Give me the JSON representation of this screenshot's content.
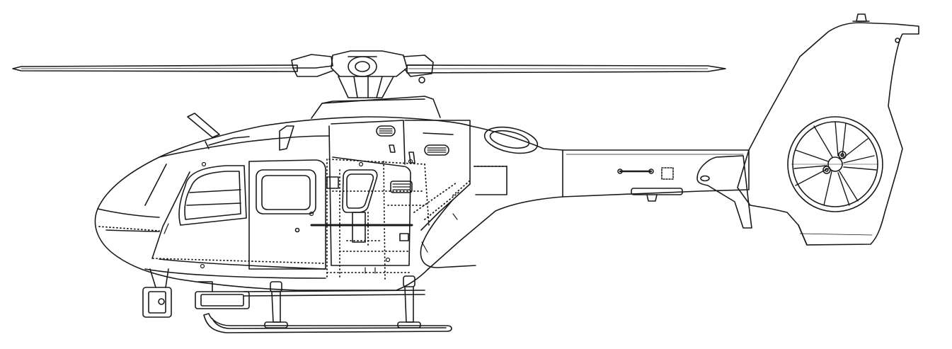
{
  "drawing": {
    "subject": "helicopter-side-elevation",
    "style": "black line art on white",
    "colors": {
      "background": "#ffffff",
      "line": "#1a1a1a"
    },
    "components": [
      "main-rotor-blade-front",
      "main-rotor-blade-rear",
      "rotor-hub",
      "rotor-mast",
      "engine-cowling",
      "exhaust",
      "fuselage",
      "cockpit-window",
      "cabin-door-window",
      "sliding-door",
      "tail-boom",
      "fenestron",
      "vertical-fin",
      "horizontal-stabilizer",
      "landing-skid",
      "skid-struts",
      "search-light",
      "step",
      "antenna"
    ]
  }
}
